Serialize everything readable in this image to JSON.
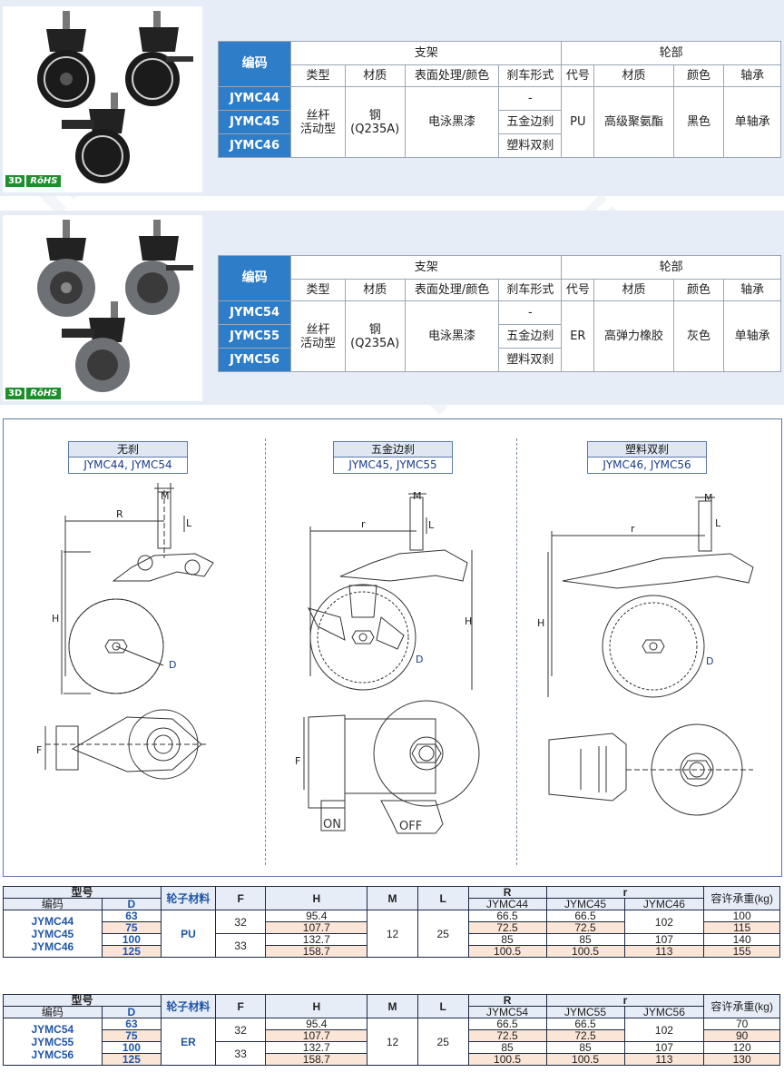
{
  "section1": {
    "badge_3d": "3D",
    "badge_rohs": "RōHS",
    "header": {
      "code": "编码",
      "bracket": "支架",
      "wheel": "轮部"
    },
    "sub": {
      "type": "类型",
      "material": "材质",
      "surface": "表面处理/颜色",
      "brake": "刹车形式",
      "wcode": "代号",
      "wmaterial": "材质",
      "color": "颜色",
      "bearing": "轴承"
    },
    "codes": [
      "JYMC44",
      "JYMC45",
      "JYMC46"
    ],
    "type": "丝杆\n活动型",
    "material": "钢\n(Q235A)",
    "surface": "电泳黑漆",
    "brakes": [
      "-",
      "五金边刹",
      "塑料双刹"
    ],
    "wcode": "PU",
    "wmaterial": "高级聚氨酯",
    "color": "黑色",
    "bearing": "单轴承"
  },
  "section2": {
    "badge_3d": "3D",
    "badge_rohs": "RōHS",
    "header": {
      "code": "编码",
      "bracket": "支架",
      "wheel": "轮部"
    },
    "sub": {
      "type": "类型",
      "material": "材质",
      "surface": "表面处理/颜色",
      "brake": "刹车形式",
      "wcode": "代号",
      "wmaterial": "材质",
      "color": "颜色",
      "bearing": "轴承"
    },
    "codes": [
      "JYMC54",
      "JYMC55",
      "JYMC56"
    ],
    "type": "丝杆\n活动型",
    "material": "钢\n(Q235A)",
    "surface": "电泳黑漆",
    "brakes": [
      "-",
      "五金边刹",
      "塑料双刹"
    ],
    "wcode": "ER",
    "wmaterial": "高弹力橡胶",
    "color": "灰色",
    "bearing": "单轴承"
  },
  "drawings": {
    "views": [
      {
        "title": "无刹",
        "models": "JYMC44, JYMC54"
      },
      {
        "title": "五金边刹",
        "models": "JYMC45, JYMC55"
      },
      {
        "title": "塑料双刹",
        "models": "JYMC46, JYMC56"
      }
    ],
    "dims": {
      "M": "M",
      "L": "L",
      "R": "R",
      "r": "r",
      "H": "H",
      "D": "D",
      "F": "F"
    },
    "on": "ON",
    "off": "OFF"
  },
  "table1": {
    "h": {
      "model": "型号",
      "code": "编码",
      "d": "D",
      "wheel": "轮子材料",
      "f": "F",
      "hh": "H",
      "m": "M",
      "l": "L",
      "R": "R",
      "r": "r",
      "load": "容许承重(kg)"
    },
    "sub_R": "JYMC44",
    "sub_r1": "JYMC45",
    "sub_r2": "JYMC46",
    "codes": [
      "JYMC44",
      "JYMC45",
      "JYMC46"
    ],
    "material": "PU",
    "m": "12",
    "l": "25",
    "f": [
      "32",
      "33"
    ],
    "rows": [
      {
        "d": "63",
        "h": "95.4",
        "R": "66.5",
        "r1": "66.5",
        "load": "100"
      },
      {
        "d": "75",
        "h": "107.7",
        "R": "72.5",
        "r1": "72.5",
        "load": "115"
      },
      {
        "d": "100",
        "h": "132.7",
        "R": "85",
        "r1": "85",
        "r2": "107",
        "load": "140"
      },
      {
        "d": "125",
        "h": "158.7",
        "R": "100.5",
        "r1": "100.5",
        "r2": "113",
        "load": "155"
      }
    ],
    "r2_merged": "102"
  },
  "table2": {
    "h": {
      "model": "型号",
      "code": "编码",
      "d": "D",
      "wheel": "轮子材料",
      "f": "F",
      "hh": "H",
      "m": "M",
      "l": "L",
      "R": "R",
      "r": "r",
      "load": "容许承重(kg)"
    },
    "sub_R": "JYMC54",
    "sub_r1": "JYMC55",
    "sub_r2": "JYMC56",
    "codes": [
      "JYMC54",
      "JYMC55",
      "JYMC56"
    ],
    "material": "ER",
    "m": "12",
    "l": "25",
    "f": [
      "32",
      "33"
    ],
    "rows": [
      {
        "d": "63",
        "h": "95.4",
        "R": "66.5",
        "r1": "66.5",
        "load": "70"
      },
      {
        "d": "75",
        "h": "107.7",
        "R": "72.5",
        "r1": "72.5",
        "load": "90"
      },
      {
        "d": "100",
        "h": "132.7",
        "R": "85",
        "r1": "85",
        "r2": "107",
        "load": "120"
      },
      {
        "d": "125",
        "h": "158.7",
        "R": "100.5",
        "r1": "100.5",
        "r2": "113",
        "load": "130"
      }
    ],
    "r2_merged": "102"
  },
  "watermark": "INFINITE"
}
